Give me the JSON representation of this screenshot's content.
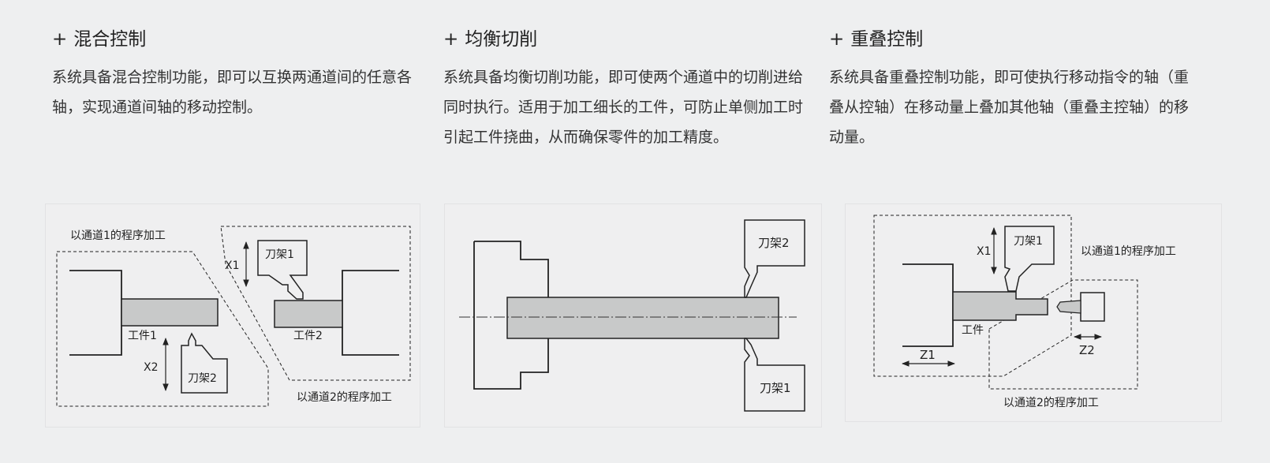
{
  "features": [
    {
      "title": "混合控制",
      "description": "系统具备混合控制功能，即可以互换两通道间的任意各轴，实现通道间轴的移动控制。"
    },
    {
      "title": "均衡切削",
      "description": "系统具备均衡切削功能，即可使两个通道中的切削进给同时执行。适用于加工细长的工件，可防止单侧加工时引起工件挠曲，从而确保零件的加工精度。"
    },
    {
      "title": "重叠控制",
      "description": "系统具备重叠控制功能，即可使执行移动指令的轴（重叠从控轴）在移动量上叠加其他轴（重叠主控轴）的移动量。"
    }
  ],
  "plus_symbol": "+",
  "diagram1": {
    "channel1_label": "以通道1的程序加工",
    "channel2_label": "以通道2的程序加工",
    "workpiece1": "工件1",
    "workpiece2": "工件2",
    "toolpost1": "刀架1",
    "toolpost2": "刀架2",
    "axis_x1": "X1",
    "axis_x2": "X2"
  },
  "diagram2": {
    "toolpost1": "刀架1",
    "toolpost2": "刀架2"
  },
  "diagram3": {
    "channel1_label": "以通道1的程序加工",
    "channel2_label": "以通道2的程序加工",
    "workpiece": "工件",
    "toolpost1": "刀架1",
    "axis_x1": "X1",
    "axis_z1": "Z1",
    "axis_z2": "Z2"
  },
  "colors": {
    "workpiece_fill": "#c8c9c9",
    "line": "#222222",
    "background": "#eeeff0"
  }
}
